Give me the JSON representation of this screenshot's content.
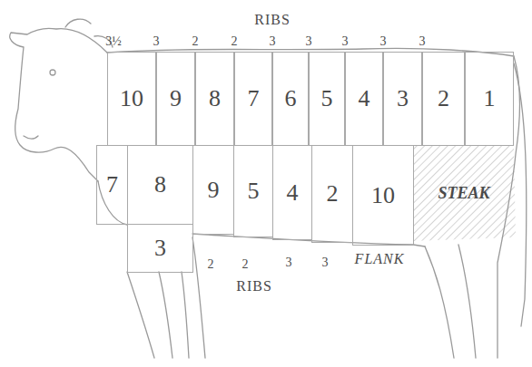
{
  "diagram": {
    "nodes": [
      {
        "text": [
          "10"
        ]
      },
      {
        "text": [
          "9"
        ]
      },
      {
        "text": [
          "8"
        ]
      },
      {
        "text": [
          "7"
        ]
      },
      {
        "text": [
          "6"
        ]
      },
      {
        "text": [
          "5"
        ]
      },
      {
        "text": [
          "4"
        ]
      },
      {
        "text": [
          "3"
        ]
      },
      {
        "text": [
          "2"
        ]
      },
      {
        "text": [
          "1"
        ]
      },
      {
        "text": [
          "7"
        ]
      },
      {
        "text": [
          "8"
        ]
      },
      {
        "text": [
          "9"
        ]
      },
      {
        "text": [
          "5"
        ]
      },
      {
        "text": [
          "4"
        ]
      },
      {
        "text": [
          "2"
        ]
      },
      {
        "text": [
          "10"
        ]
      },
      {
        "text": [
          "STEAK"
        ]
      },
      {
        "text": [
          "3"
        ]
      }
    ],
    "labels": [
      "RIBS",
      "3½",
      "3",
      "2",
      "2",
      "3",
      "3",
      "3",
      "3",
      "3",
      "2",
      "2",
      "3",
      "3",
      "RIBS",
      "FLANK"
    ]
  }
}
